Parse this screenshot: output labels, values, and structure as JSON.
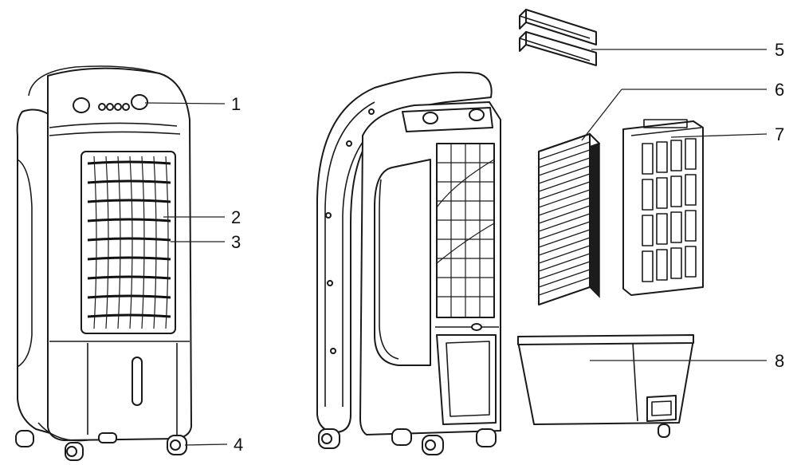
{
  "callouts": [
    {
      "label": "1",
      "target": "control-panel"
    },
    {
      "label": "2",
      "target": "front-grille"
    },
    {
      "label": "3",
      "target": "louvers"
    },
    {
      "label": "4",
      "target": "caster-wheel"
    },
    {
      "label": "5",
      "target": "ice-packs"
    },
    {
      "label": "6",
      "target": "cooling-pad"
    },
    {
      "label": "7",
      "target": "filter-frame"
    },
    {
      "label": "8",
      "target": "water-tank"
    }
  ]
}
